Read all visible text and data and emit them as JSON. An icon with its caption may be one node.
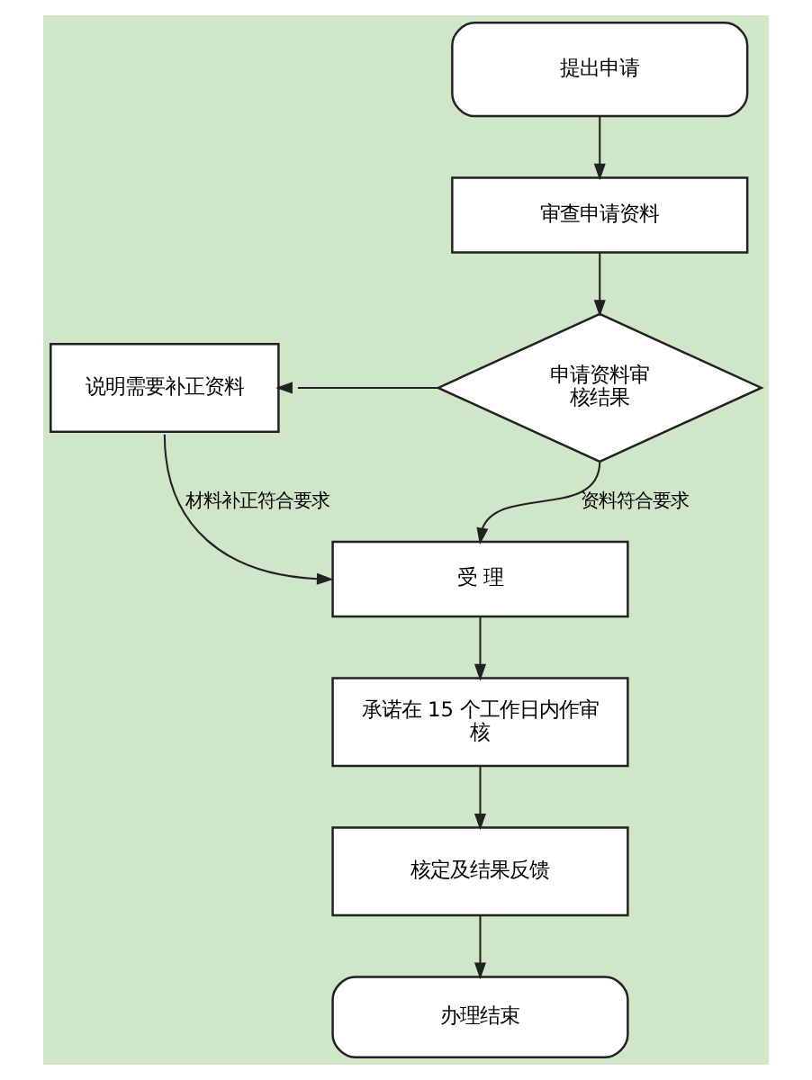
{
  "diagram": {
    "nodes": [
      {
        "text": [
          "提出申请"
        ]
      },
      {
        "text": [
          "审查申请资料"
        ]
      },
      {
        "text": [
          "申请资料审核结果"
        ]
      },
      {
        "text": [
          "说明需要补正资料"
        ]
      },
      {
        "text": [
          "受 理"
        ]
      },
      {
        "text": [
          "承诺在 15 个工作日内作审核"
        ]
      },
      {
        "text": [
          "核定及结果反馈"
        ]
      },
      {
        "text": [
          "办理结束"
        ]
      }
    ],
    "edges": [
      {
        "from": 0,
        "to": 1,
        "arrow": "to"
      },
      {
        "from": 1,
        "to": 2,
        "arrow": "to"
      },
      {
        "from": 2,
        "to": 3,
        "arrow": "to"
      },
      {
        "from": 2,
        "to": 4,
        "arrow": "to",
        "label": "资料符合要求"
      },
      {
        "from": 3,
        "to": 4,
        "arrow": "to",
        "label": "材料补正符合要求"
      },
      {
        "from": 4,
        "to": 5,
        "arrow": "to"
      },
      {
        "from": 5,
        "to": 6,
        "arrow": "to"
      },
      {
        "from": 6,
        "to": 7,
        "arrow": "to"
      }
    ]
  }
}
